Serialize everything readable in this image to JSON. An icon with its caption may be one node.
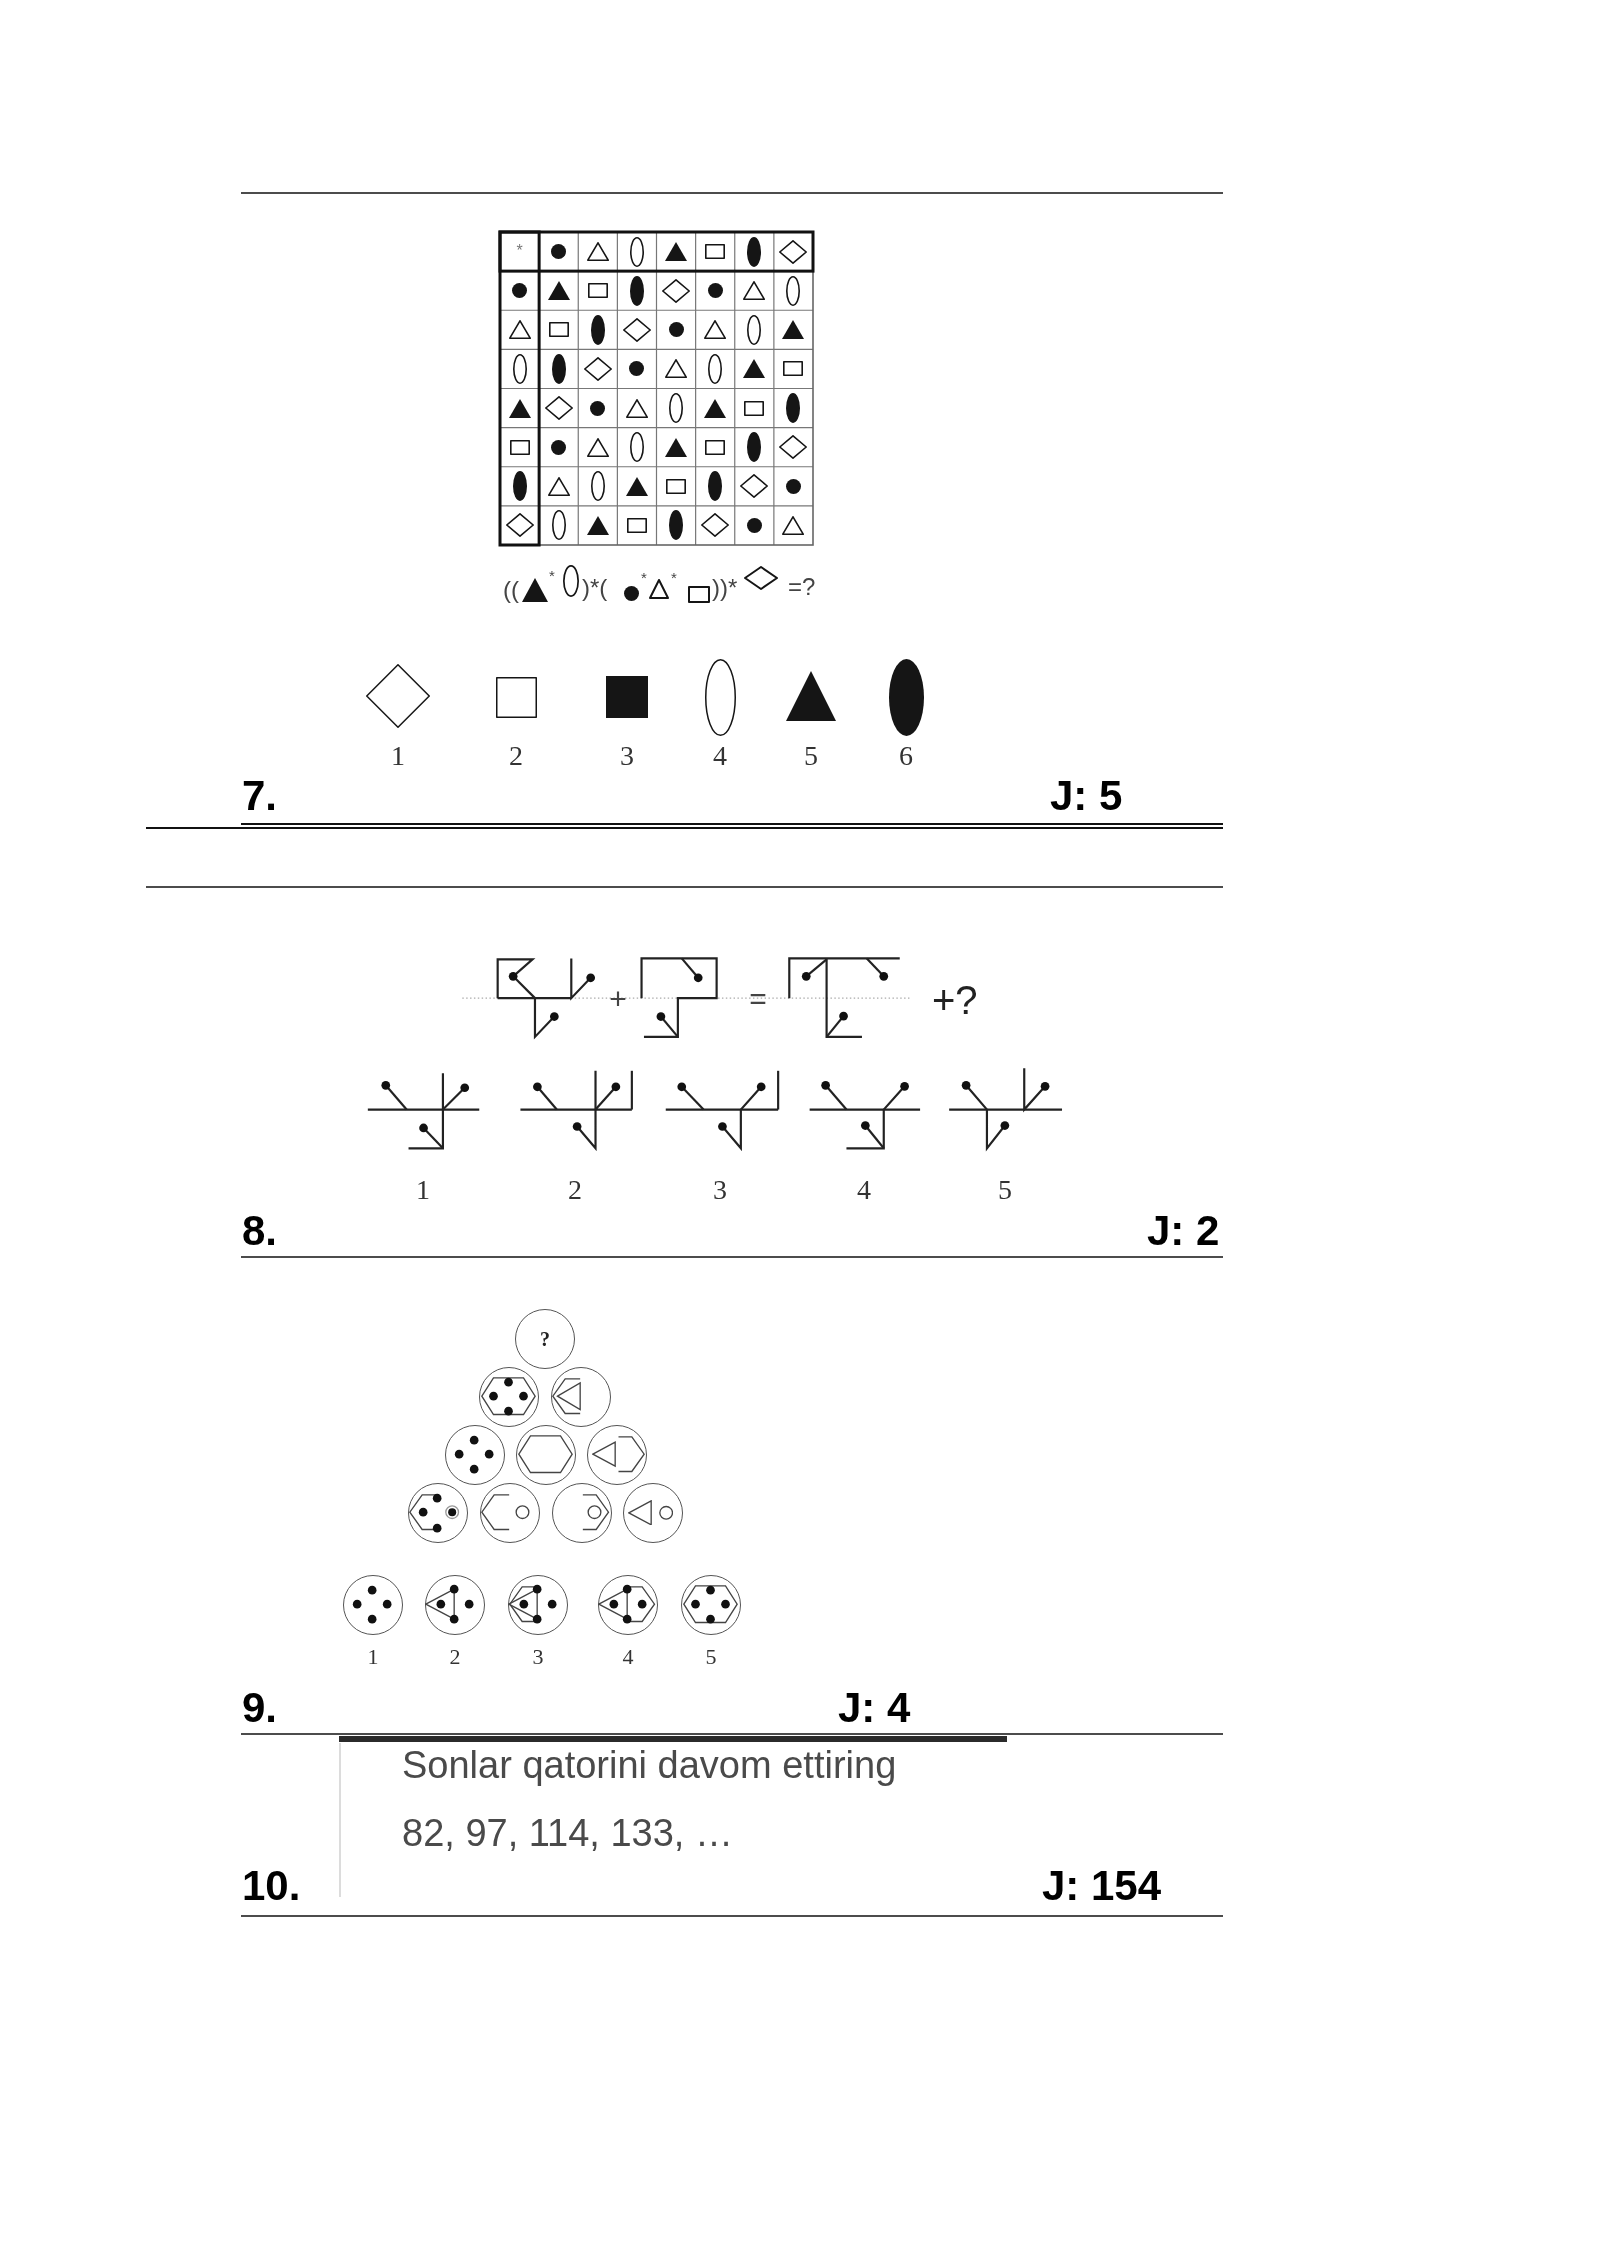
{
  "diagram": {
    "nodes": [
      {
        "text": [
          "?"
        ]
      },
      {
        "text": [],
        "shape": "circle"
      },
      {
        "text": [],
        "shape": "circle"
      },
      {
        "text": [],
        "shape": "circle"
      },
      {
        "text": [],
        "shape": "circle"
      },
      {
        "text": [],
        "shape": "circle"
      },
      {
        "text": [],
        "shape": "circle"
      },
      {
        "text": [],
        "shape": "circle"
      },
      {
        "text": [],
        "shape": "circle"
      },
      {
        "text": [],
        "shape": "circle"
      },
      {
        "text": [],
        "shape": "circle",
        "beside": [
          "1"
        ]
      },
      {
        "text": [],
        "shape": "circle",
        "beside": [
          "2"
        ]
      },
      {
        "text": [],
        "shape": "circle",
        "beside": [
          "3"
        ]
      },
      {
        "text": [],
        "shape": "circle",
        "beside": [
          "4"
        ]
      },
      {
        "text": [],
        "shape": "circle",
        "beside": [
          "5"
        ]
      }
    ],
    "labels": [
      "*",
      "((",
      "*",
      ")*(",
      "*",
      "*",
      "))*",
      "=?",
      "1",
      "2",
      "3",
      "4",
      "5",
      "6",
      "7.",
      "J: 5",
      "+",
      "=",
      "+?",
      "1",
      "2",
      "3",
      "4",
      "5",
      "8.",
      "J: 2",
      "9.",
      "J: 4",
      "Sonlar qatorini davom ettiring",
      "82, 97, 114, 133, …",
      "10.",
      "J: 154"
    ]
  }
}
